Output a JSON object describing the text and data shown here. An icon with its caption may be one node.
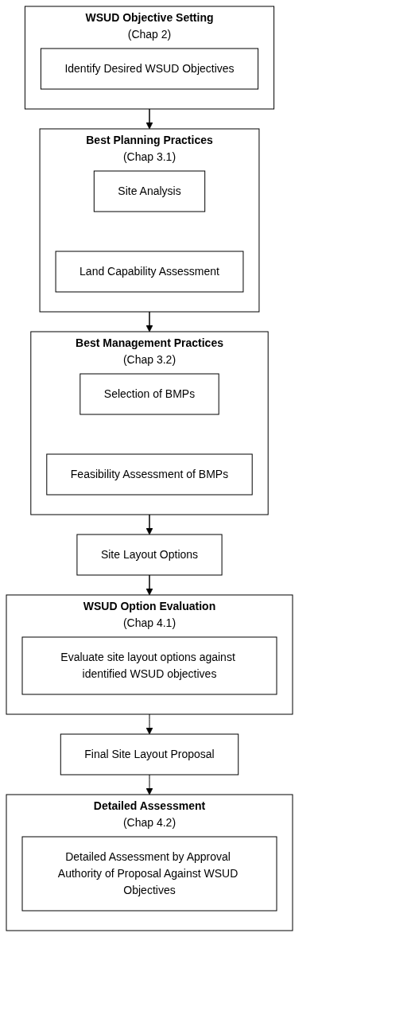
{
  "diagram": {
    "nodes": [
      {
        "text": [
          "WSUD Objective Setting",
          "(Chap 2)"
        ]
      },
      {
        "text": [
          "Identify Desired WSUD Objectives"
        ],
        "in": 0
      },
      {
        "text": [
          "Best Planning Practices",
          "(Chap 3.1)"
        ]
      },
      {
        "text": [
          "Site Analysis"
        ],
        "in": 2
      },
      {
        "text": [
          "Land Capability Assessment"
        ],
        "in": 2
      },
      {
        "text": [
          "Best Management Practices",
          "(Chap 3.2)"
        ]
      },
      {
        "text": [
          "Selection of BMPs"
        ],
        "in": 5
      },
      {
        "text": [
          "Feasibility Assessment of BMPs"
        ],
        "in": 5
      },
      {
        "text": [
          "Site Layout Options"
        ]
      },
      {
        "text": [
          "WSUD Option Evaluation",
          "(Chap 4.1)"
        ]
      },
      {
        "text": [
          "Evaluate site layout options against identified WSUD objectives"
        ],
        "in": 9
      },
      {
        "text": [
          "Final Site Layout Proposal"
        ]
      },
      {
        "text": [
          "Detailed Assessment",
          "(Chap 4.2)"
        ]
      },
      {
        "text": [
          "Detailed Assessment by Approval Authority of Proposal Against WSUD Objectives"
        ],
        "in": 12
      }
    ],
    "edges": [
      {
        "from": 0,
        "to": 2,
        "arrow": "to"
      },
      {
        "from": 2,
        "to": 5,
        "arrow": "to"
      },
      {
        "from": 5,
        "to": 8,
        "arrow": "to"
      },
      {
        "from": 8,
        "to": 9,
        "arrow": "to"
      },
      {
        "from": 9,
        "to": 11,
        "arrow": "to"
      },
      {
        "from": 11,
        "to": 12,
        "arrow": "to"
      }
    ]
  }
}
